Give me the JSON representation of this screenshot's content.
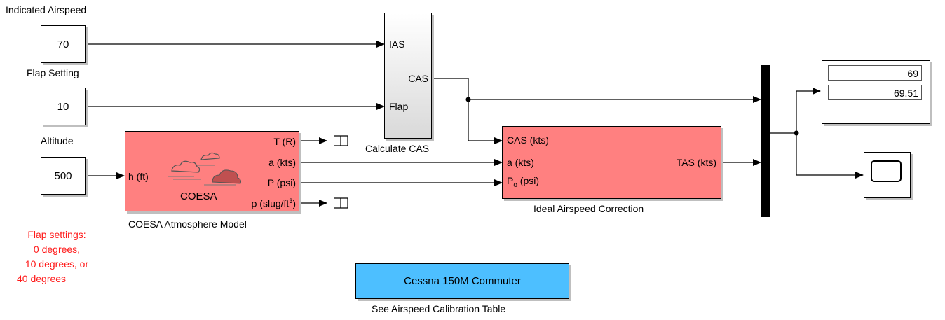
{
  "labels": {
    "indicated_airspeed": "Indicated Airspeed",
    "flap_setting": "Flap Setting",
    "altitude": "Altitude",
    "calculate_cas": "Calculate CAS",
    "coesa_model": "COESA Atmosphere Model",
    "ideal_correction": "Ideal Airspeed Correction",
    "see_table": "See Airspeed Calibration Table"
  },
  "constants": {
    "airspeed": "70",
    "flap": "10",
    "altitude": "500"
  },
  "calc_cas": {
    "in1": "IAS",
    "out": "CAS",
    "in2": "Flap"
  },
  "coesa": {
    "in": "h (ft)",
    "out_t": "T (R)",
    "out_a": "a (kts)",
    "out_p": "P (psi)",
    "out_rho_main": "ρ (slug/ft",
    "out_rho_sup": "3",
    "out_rho_end": ")",
    "icon_text": "COESA"
  },
  "ideal": {
    "in_cas": "CAS (kts)",
    "in_a": "a (kts)",
    "in_p_main": "P",
    "in_p_sub": "o",
    "in_p_end": " (psi)",
    "out": "TAS (kts)"
  },
  "display": {
    "value1": "69",
    "value2": "69.51"
  },
  "commuter": {
    "label": "Cessna 150M Commuter"
  },
  "note": {
    "line1": "Flap settings:",
    "line2": "0 degrees,",
    "line3": "10 degrees, or",
    "line4": "40 degrees"
  },
  "colors": {
    "subsystem_red": "#ff8080",
    "commuter_blue": "#4dbfff",
    "note_red": "#ff1a1a"
  }
}
